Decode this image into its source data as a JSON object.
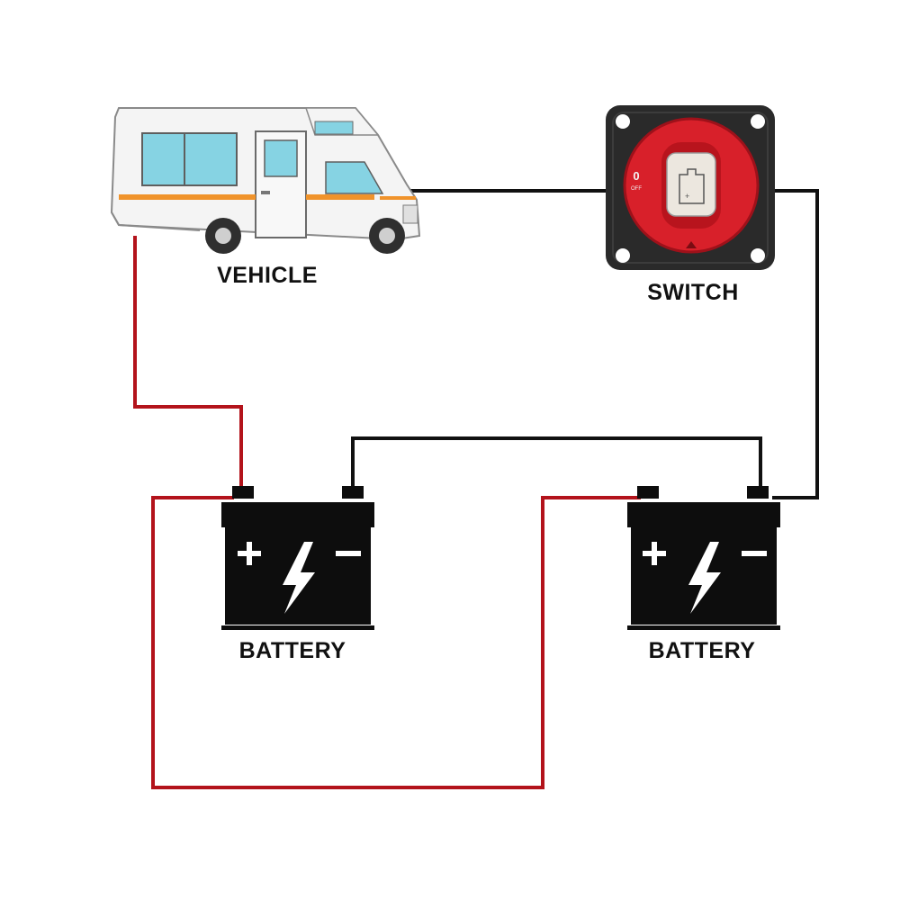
{
  "labels": {
    "vehicle": "VEHICLE",
    "switch": "SWITCH",
    "battery_left": "BATTERY",
    "battery_right": "BATTERY"
  },
  "switch_knob": {
    "position_mark": "0",
    "off_mark": "OFF"
  },
  "battery_symbols": {
    "plus": "+",
    "minus": "−"
  },
  "colors": {
    "positive_wire": "#b3131b",
    "negative_wire": "#111111",
    "battery_body": "#0d0d0d",
    "switch_knob": "#d8202a",
    "switch_base": "#2a2a2a",
    "vehicle_accent": "#f0932b",
    "vehicle_window": "#86d3e3"
  }
}
